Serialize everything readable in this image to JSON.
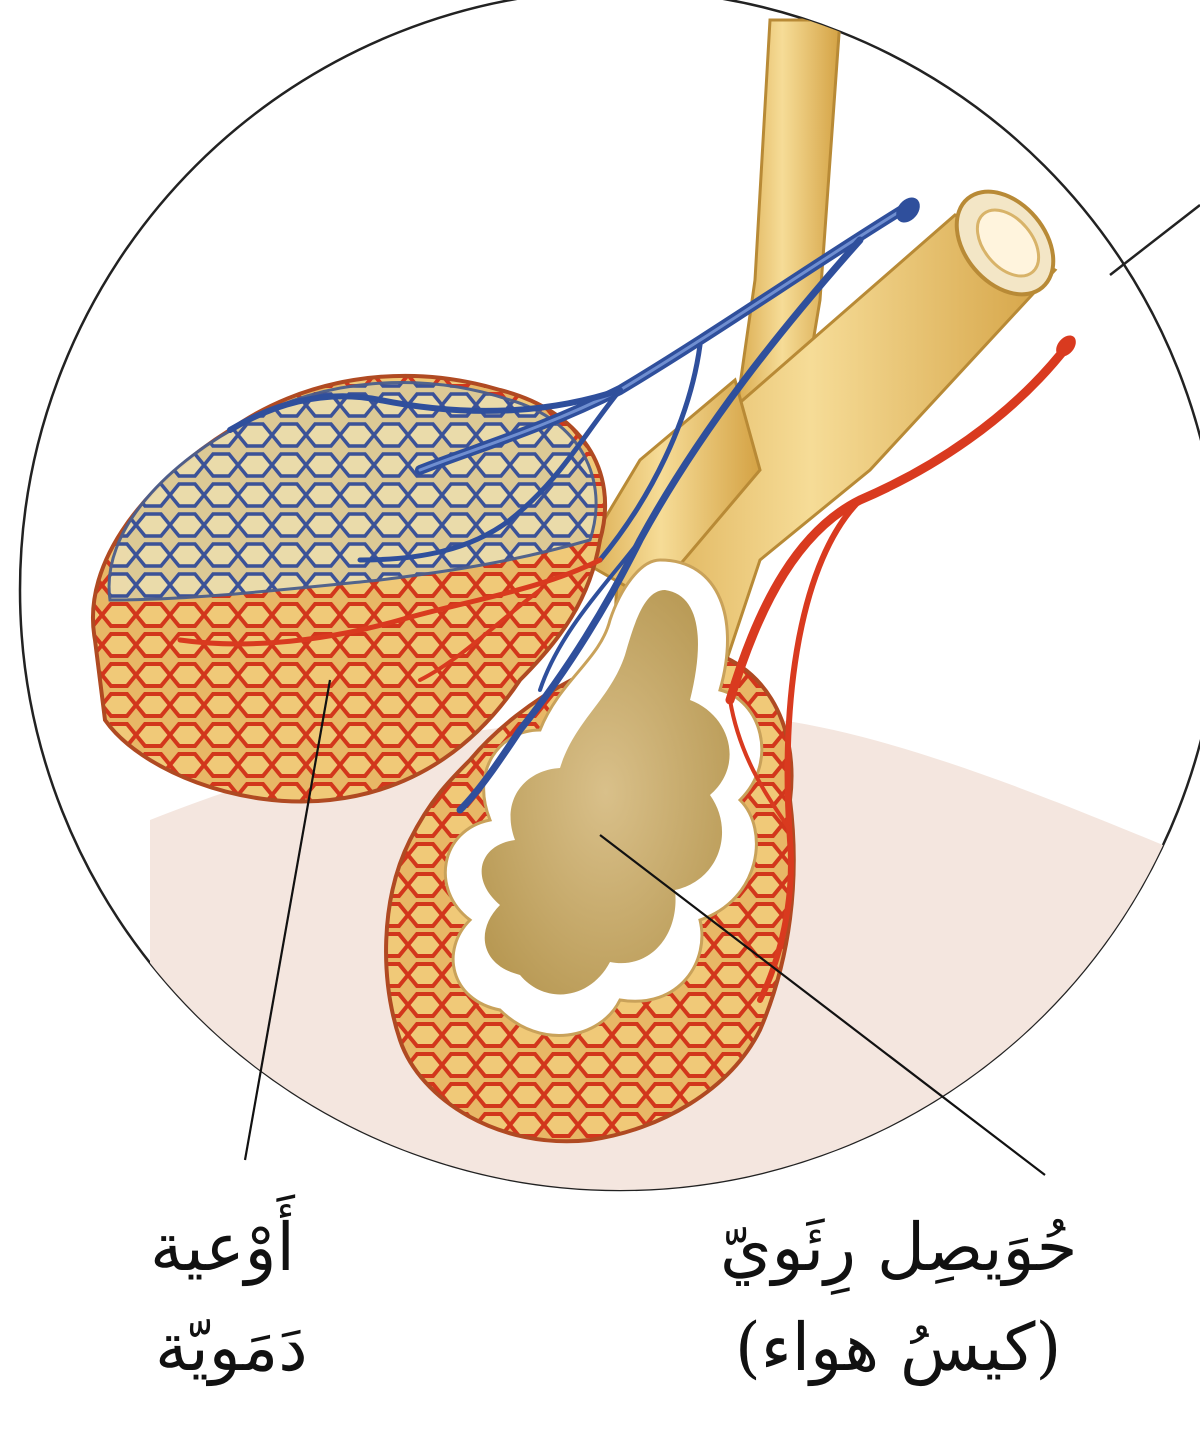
{
  "labels": {
    "blood_vessels_line1": "أَوْعية",
    "blood_vessels_line2": "دَمَويّة",
    "alveolus_line1": "حُوَيصِل رِئَويّ",
    "alveolus_line2": "(كيسُ هواء)"
  },
  "colors": {
    "tissue": "#f4e9e2",
    "bronchiole": "#edc873",
    "bronchiole_dark": "#c99a3c",
    "vein_blue": "#2f4f9c",
    "artery_red": "#d93a1f",
    "alveolus_fill": "#e2c98a",
    "alveolus_wall": "#ffffff"
  }
}
